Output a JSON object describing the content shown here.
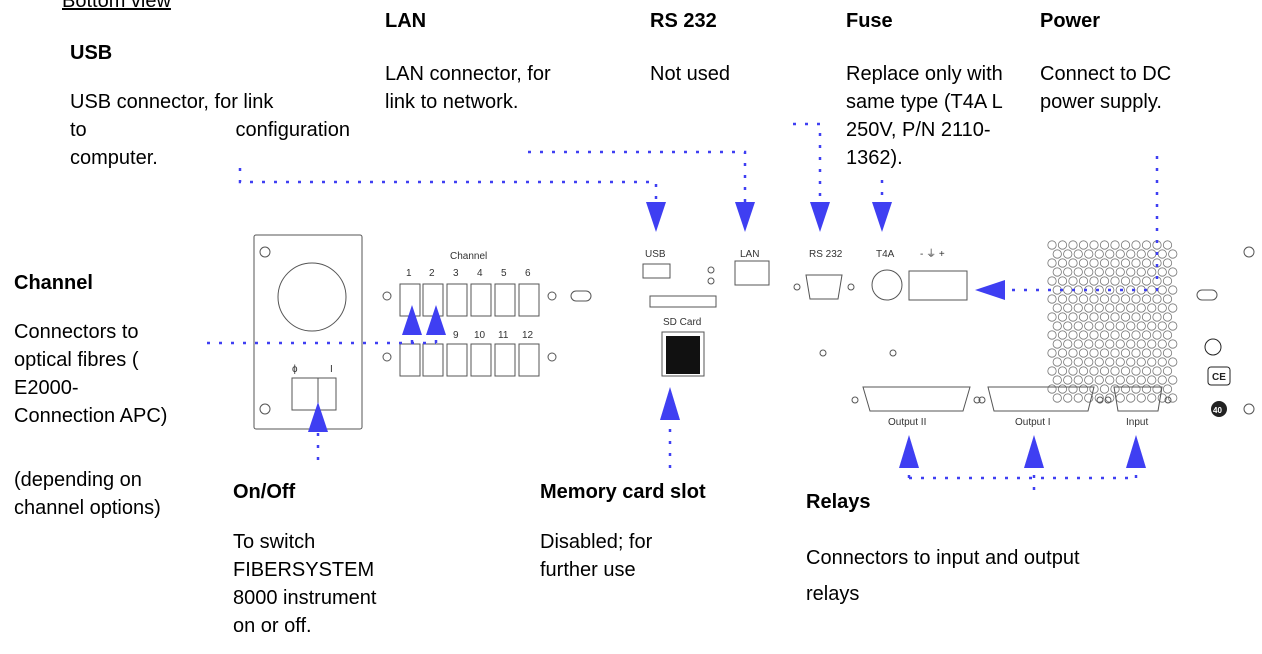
{
  "view_title": "Bottom view",
  "colors": {
    "callout": "#3f3ff2",
    "panel_line": "#555555"
  },
  "callouts": {
    "usb": {
      "title": "USB",
      "desc_lines": [
        "USB connector, for link",
        "to configuration",
        "computer."
      ]
    },
    "lan": {
      "title": "LAN",
      "desc_lines": [
        "LAN connector, for",
        "link to network."
      ]
    },
    "rs232": {
      "title": "RS 232",
      "desc_lines": [
        "Not used"
      ]
    },
    "fuse": {
      "title": "Fuse",
      "desc_lines": [
        "Replace only with",
        "same type (T4A L",
        "250V, P/N 2110-",
        "1362)."
      ]
    },
    "power": {
      "title": "Power",
      "desc_lines": [
        "Connect to DC",
        "power supply."
      ]
    },
    "channel": {
      "title": "Channel",
      "desc_lines": [
        "Connectors to",
        "optical fibres (",
        "E2000-",
        "Connection APC)"
      ],
      "note_lines": [
        "(depending on",
        "channel options)"
      ]
    },
    "onoff": {
      "title": "On/Off",
      "desc_lines": [
        "To switch",
        "FIBERSYSTEM",
        "8000 instrument",
        "on or off."
      ]
    },
    "memory": {
      "title": "Memory card slot",
      "desc_lines": [
        "Disabled; for",
        "further use"
      ]
    },
    "relays": {
      "title": "Relays",
      "desc_lines": [
        "Connectors to input and output",
        "relays"
      ]
    }
  },
  "panel_labels": {
    "channel": "Channel",
    "ch_top": [
      "1",
      "2",
      "3",
      "4",
      "5",
      "6"
    ],
    "ch_bottom": [
      "9",
      "10",
      "11",
      "12"
    ],
    "switch_off": "ɸ",
    "switch_on": "I",
    "usb": "USB",
    "lan": "LAN",
    "sd": "SD Card",
    "rs232": "RS 232",
    "t4a": "T4A",
    "power_sym": "- ⏚ +",
    "output2": "Output II",
    "output1": "Output I",
    "input": "Input",
    "ce": "CE",
    "forty": "40"
  }
}
